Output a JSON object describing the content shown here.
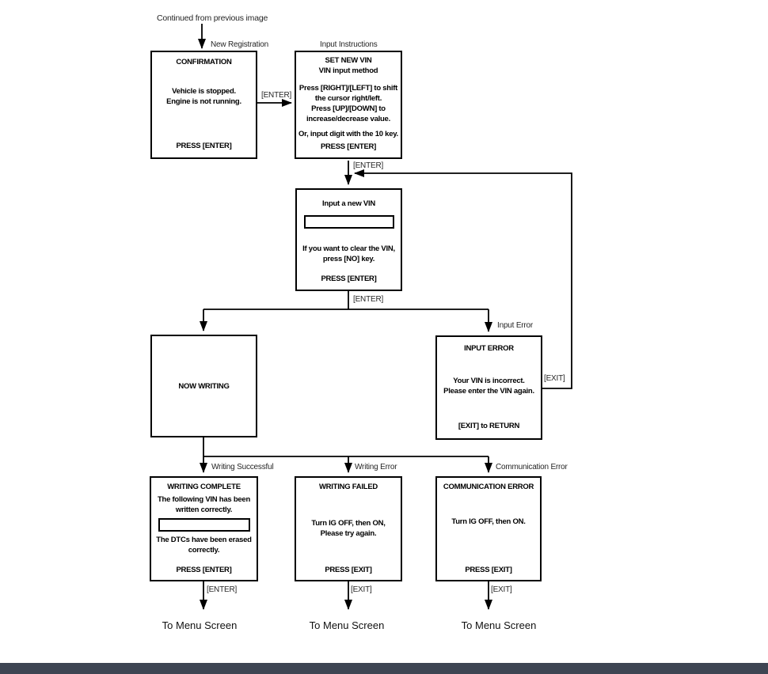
{
  "page": {
    "continued_note": "Continued from previous  image"
  },
  "colors": {
    "bottom_bar": "#3e4553",
    "line": "#000000"
  },
  "branch_labels": {
    "new_registration": "New Registration",
    "input_instructions": "Input Instructions",
    "input_error": "Input Error",
    "writing_successful": "Writing Successful",
    "writing_error": "Writing Error",
    "communication_error": "Communication Error"
  },
  "edge_labels": {
    "enter_confirm_to_set": "[ENTER]",
    "enter_set_to_input": "[ENTER]",
    "enter_input_to_branch": "[ENTER]",
    "exit_loop": "[EXIT]",
    "enter_complete_to_menu": "[ENTER]",
    "exit_failed_to_menu": "[EXIT]",
    "exit_comm_to_menu": "[EXIT]"
  },
  "boxes": {
    "confirmation": {
      "title": "CONFIRMATION",
      "body": [
        "Vehicle is stopped.",
        "Engine is not running."
      ],
      "footer": "PRESS [ENTER]"
    },
    "set_new_vin": {
      "title": [
        "SET NEW VIN",
        "VIN input method"
      ],
      "body": [
        "Press [RIGHT]/[LEFT] to shift",
        "the cursor right/left.",
        "Press [UP]/[DOWN] to",
        "increase/decrease value."
      ],
      "body2": "Or, input digit with the 10 key.",
      "footer": "PRESS [ENTER]"
    },
    "input_vin": {
      "title": "Input a new VIN",
      "body": [
        "If you want to clear the VIN,",
        "press [NO] key."
      ],
      "footer": "PRESS [ENTER]"
    },
    "now_writing": {
      "title": "NOW WRITING"
    },
    "input_error": {
      "title": "INPUT ERROR",
      "body": [
        "Your VIN is incorrect.",
        "Please enter the VIN again."
      ],
      "footer": "[EXIT] to RETURN"
    },
    "writing_complete": {
      "title": "WRITING COMPLETE",
      "body": [
        "The following VIN has been",
        "written correctly."
      ],
      "body2": [
        "The DTCs have been erased",
        "correctly."
      ],
      "footer": "PRESS [ENTER]"
    },
    "writing_failed": {
      "title": "WRITING FAILED",
      "body": [
        "Turn IG OFF, then ON,",
        "Please try again."
      ],
      "footer": "PRESS [EXIT]"
    },
    "communication_error": {
      "title": "COMMUNICATION ERROR",
      "body": [
        "Turn IG OFF, then ON."
      ],
      "footer": "PRESS [EXIT]"
    }
  },
  "menu_screens": [
    "To Menu Screen",
    "To Menu Screen",
    "To Menu Screen"
  ]
}
